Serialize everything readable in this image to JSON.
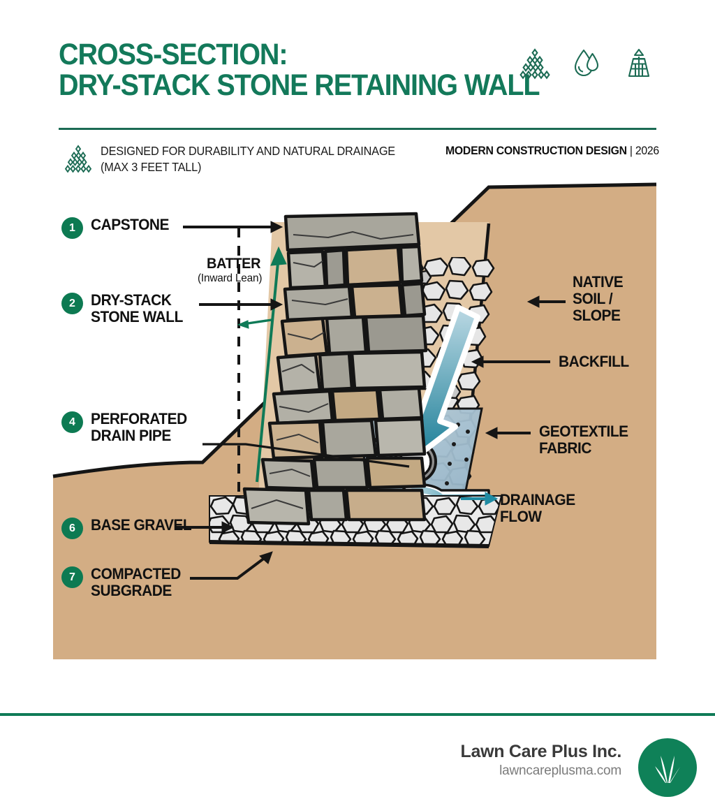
{
  "header": {
    "title_line1": "CROSS-SECTION:",
    "title_line2": "DRY-STACK STONE RETAINING WALL",
    "subtitle": "DESIGNED FOR DURABILITY AND NATURAL DRAINAGE (MAX 3 FEET TALL)",
    "credit_bold": "MODERN CONSTRUCTION DESIGN",
    "credit_sep": " | ",
    "credit_year": "2026",
    "icons": [
      "gravel-pile-icon",
      "water-droplet-icon",
      "retaining-wall-arrow-icon"
    ]
  },
  "colors": {
    "brand_green": "#13795a",
    "badge_green": "#0d7a52",
    "soil_tan": "#d3ad84",
    "soil_tan_light": "#e0c3a1",
    "gravel_white": "#e9e9e9",
    "geotextile_blue": "#a9c3d4",
    "drain_teal": "#1f8ba3",
    "outline_black": "#151515"
  },
  "left_labels": [
    {
      "number": "1",
      "text": "CAPSTONE"
    },
    {
      "number": "2",
      "text": "DRY-STACK\nSTONE WALL"
    },
    {
      "number": "4",
      "text": "PERFORATED\nDRAIN PIPE"
    },
    {
      "number": "6",
      "text": "BASE GRAVEL"
    },
    {
      "number": "7",
      "text": "COMPACTED\nSUBGRADE"
    }
  ],
  "right_labels": [
    {
      "text": "NATIVE\nSOIL /\nSLOPE"
    },
    {
      "text": "BACKFILL"
    },
    {
      "text": "GEOTEXTILE\nFABRIC"
    },
    {
      "text": "DRAINAGE\nFLOW"
    }
  ],
  "annotations": {
    "batter_title": "BATTER",
    "batter_sub": "(Inward Lean)"
  },
  "footer": {
    "company": "Lawn Care Plus Inc.",
    "website": "lawncareplusma.com",
    "logo": "grass-blades-icon"
  }
}
